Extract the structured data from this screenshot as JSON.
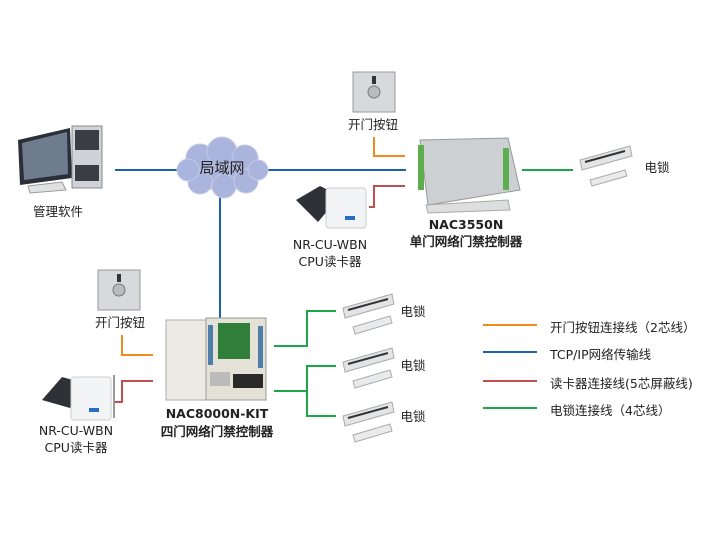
{
  "network": {
    "label": "局域网"
  },
  "software": {
    "label": "管理软件"
  },
  "top_branch": {
    "button_label": "开门按钮",
    "reader_model": "NR-CU-WBN",
    "reader_label": "CPU读卡器",
    "controller_model": "NAC3550N",
    "controller_label": "单门网络门禁控制器",
    "lock_label": "电锁"
  },
  "bottom_branch": {
    "button_label": "开门按钮",
    "reader_model": "NR-CU-WBN",
    "reader_label": "CPU读卡器",
    "controller_model": "NAC8000N-KIT",
    "controller_label": "四门网络门禁控制器",
    "locks": [
      {
        "label": "电锁"
      },
      {
        "label": "电锁"
      },
      {
        "label": "电锁"
      }
    ]
  },
  "legend": [
    {
      "label": "开门按钮连接线（2芯线）",
      "color": "#f08a1c"
    },
    {
      "label": "TCP/IP网络传输线",
      "color": "#1f5fb0"
    },
    {
      "label": "读卡器连接线(5芯屏蔽线)",
      "color": "#c0504d"
    },
    {
      "label": "电锁连接线（4芯线）",
      "color": "#1ea64a"
    }
  ]
}
